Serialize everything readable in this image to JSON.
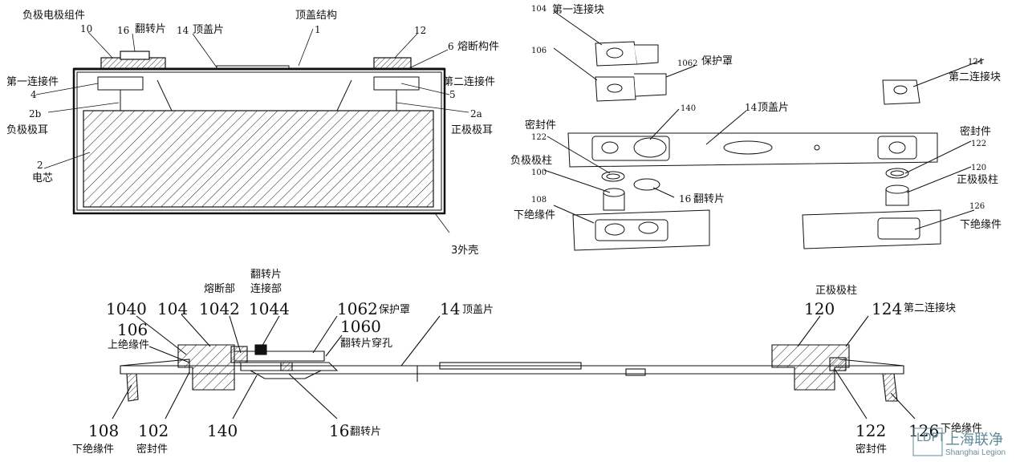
{
  "fig1": {
    "labels": {
      "neg_assembly": "负极电极组件",
      "n10": "10",
      "n16": "16",
      "flip": "翻转片",
      "n14": "14",
      "top_sheet": "顶盖片",
      "top_structure": "顶盖结构",
      "n1": "1",
      "n12": "12",
      "n6": "6",
      "fuse_member": "熔断构件",
      "first_conn": "第一连接件",
      "n4": "4",
      "second_conn": "第二连接件",
      "n5": "5",
      "n2b": "2b",
      "neg_tab": "负极极耳",
      "n2a": "2a",
      "pos_tab": "正极极耳",
      "n2": "2",
      "core": "电芯",
      "shell": "3外壳"
    }
  },
  "fig2": {
    "labels": {
      "n104": "104",
      "first_block": "第一连接块",
      "n106": "106",
      "n1062": "1062",
      "cover": "保护罩",
      "n124": "124",
      "second_block": "第二连接块",
      "n140": "140",
      "n14": "14",
      "top_sheet": "顶盖片",
      "seal_left": "密封件",
      "n122_left": "122",
      "seal_right": "密封件",
      "n122_right": "122",
      "neg_pole": "负极极柱",
      "n100": "100",
      "n120": "120",
      "pos_pole": "正极极柱",
      "n16": "16",
      "flip": "翻转片",
      "n108": "108",
      "lower_ins_left": "下绝缘件",
      "n126": "126",
      "lower_ins_right": "下绝缘件"
    }
  },
  "fig3": {
    "labels": {
      "flip_conn_line1": "翻转片",
      "flip_conn_line2": "连接部",
      "fuse_part": "熔断部",
      "n1040": "1040",
      "n104": "104",
      "n1042": "1042",
      "n1044": "1044",
      "n1062": "1062",
      "cover": "保护罩",
      "n14": "14",
      "top_sheet": "顶盖片",
      "pos_pole": "正极极柱",
      "n120": "120",
      "n124": "124",
      "second_block": "第二连接块",
      "n106": "106",
      "upper_ins": "上绝缘件",
      "n1060": "1060",
      "flip_hole": "翻转片穿孔",
      "n108": "108",
      "lower_ins_left": "下绝缘件",
      "n102": "102",
      "seal_left": "密封件",
      "n140": "140",
      "n16": "16",
      "flip": "翻转片",
      "n122": "122",
      "seal_right": "密封件",
      "n126": "126",
      "lower_ins_right": "下绝缘件"
    }
  },
  "logo": {
    "letters": "LDPT",
    "cn": "上海联净",
    "en": "Shanghai Legion"
  },
  "colors": {
    "line": "#111111",
    "logo": "#5f8b9a"
  }
}
